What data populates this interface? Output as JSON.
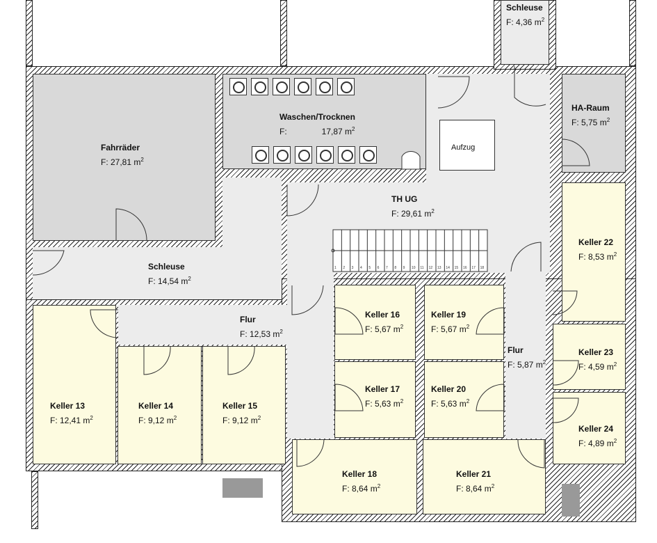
{
  "rooms": {
    "schleuse_top": {
      "name": "Schleuse",
      "area": "F: 4,36 m"
    },
    "fahrraeder": {
      "name": "Fahrräder",
      "area": "F: 27,81 m"
    },
    "waschen": {
      "name": "Waschen/Trocknen",
      "area_prefix": "F:",
      "area": "17,87 m"
    },
    "aufzug": {
      "name": "Aufzug"
    },
    "ha_raum": {
      "name": "HA-Raum",
      "area": "F: 5,75 m"
    },
    "th_ug": {
      "name": "TH UG",
      "area": "F: 29,61 m"
    },
    "schleuse": {
      "name": "Schleuse",
      "area": "F: 14,54 m"
    },
    "flur": {
      "name": "Flur",
      "area": "F: 12,53 m"
    },
    "flur2": {
      "name": "Flur",
      "area": "F: 5,87 m"
    },
    "keller13": {
      "name": "Keller 13",
      "area": "F: 12,41 m"
    },
    "keller14": {
      "name": "Keller 14",
      "area": "F: 9,12 m"
    },
    "keller15": {
      "name": "Keller 15",
      "area": "F: 9,12 m"
    },
    "keller16": {
      "name": "Keller 16",
      "area": "F: 5,67 m"
    },
    "keller17": {
      "name": "Keller 17",
      "area": "F: 5,63 m"
    },
    "keller18": {
      "name": "Keller 18",
      "area": "F: 8,64 m"
    },
    "keller19": {
      "name": "Keller 19",
      "area": "F: 5,67 m"
    },
    "keller20": {
      "name": "Keller 20",
      "area": "F: 5,63 m"
    },
    "keller21": {
      "name": "Keller 21",
      "area": "F: 8,64 m"
    },
    "keller22": {
      "name": "Keller 22",
      "area": "F: 8,53 m"
    },
    "keller23": {
      "name": "Keller 23",
      "area": "F: 4,59 m"
    },
    "keller24": {
      "name": "Keller 24",
      "area": "F: 4,89 m"
    }
  },
  "unit_sup": "2",
  "stair_steps": [
    "1",
    "2",
    "3",
    "4",
    "5",
    "6",
    "7",
    "8",
    "9",
    "10",
    "11",
    "12",
    "13",
    "14",
    "15",
    "16",
    "17",
    "18"
  ],
  "colors": {
    "gray": "#d9d9d9",
    "light": "#ececec",
    "yellow": "#fdfbe0",
    "wall": "#222222"
  }
}
